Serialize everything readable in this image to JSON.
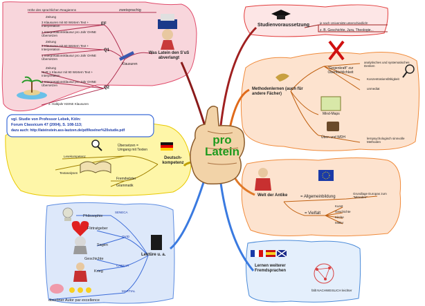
{
  "center": {
    "title_1": "pro",
    "title_2": "Latein"
  },
  "branches": {
    "sus": {
      "title": "Was Latein den S'uS abverlangt",
      "zweisprachig": "zweisprachig",
      "hoehe": "Höhe des sprachlichen Reagierens",
      "klausuren": "Klausuren",
      "ef": {
        "label": "EF",
        "zeitung": "Zeitung",
        "k1": "3 Klausuren mit 60 Wörtern Text + Interpretation",
        "k2": "1 Interpretationsklausur pro Jahr OHNE Übersetzen"
      },
      "q1": {
        "label": "Q1",
        "zeitung": "Zeitung",
        "k1": "3 Klausuren mit 60 Wörtern Text + Interpretation",
        "k2": "1 Interpretationsklausur pro Jahr OHNE Übersetzen"
      },
      "q2": {
        "label": "Q2",
        "zeitung": "Zeitung",
        "k1": "NUR 1 Klausur mit 90 Wörtern Text + Interpretation",
        "k2": "1 Interpretationsklausur pro Jahr OHNE Übersetzen",
        "k3": "2. Halbjahr KEINE Klausuren"
      }
    },
    "studium": {
      "title": "Studienvoraussetzung",
      "item1": "je nach Universität unterschiedlich!",
      "item2": "z. B. Geschichte, Jura, Theologie..."
    },
    "methoden": {
      "title": "Methodenlernen (auch für andere Fächer)",
      "gegenkraft": "\"Gegenkraft\" zur Oberflächlichkeit",
      "analytisch": "analytisches und systematisches Denken",
      "konzentration": "Konzentrationsfähigkeit",
      "unmediat": "unmediat",
      "mindmaps": "Mind-Maps",
      "ueben": "Üben und WDH",
      "lernpsych": "lernpsychologisch sinnvolle Methoden"
    },
    "deutsch": {
      "title": "Deutsch-kompetenz",
      "uebersetzen": "Übersetzen = Umgang mit Texten",
      "lesekompetenz": "Lesekompetenz",
      "textanalysen": "Textanalysen",
      "fremdwoerter": "Fremdwörter",
      "grammatik": "Grammatik"
    },
    "note": {
      "line1": "vgl. Studie von Professor Lebek, Köln:",
      "line2": "Forum Classicum 47 (2004), S. 108-113;",
      "line3": "dazu auch: http://lateinstein.ass-lautzen.de/pdf/koelner%20studie.pdf"
    },
    "antike": {
      "title": "Welt der Antike",
      "allgemein": "= Allgemeinbildung",
      "grundlage": "Grundlage Europas zum \"Mitreden\"",
      "vielfalt": "= Vielfalt",
      "items": [
        "Kunst",
        "Geschichte",
        "Kirche",
        "Mittler"
      ]
    },
    "lektuere": {
      "title": "Lektüre u. a.",
      "philosophie": "Philosophie",
      "seneca": "SENECA",
      "flirt": "Flirtratgeber",
      "ovid": "OVID",
      "sagen": "Sagen",
      "geschichte": "Geschichte",
      "krieg": "Krieg",
      "caesar": "CAESAR",
      "martial": "MARTIAL",
      "autor": "obszöner Autor par excellence"
    },
    "fremdsprachen": {
      "title": "Lernen weiterer Fremdsprachen",
      "leichter": "fällt NACHWEISLICH leichter"
    }
  }
}
